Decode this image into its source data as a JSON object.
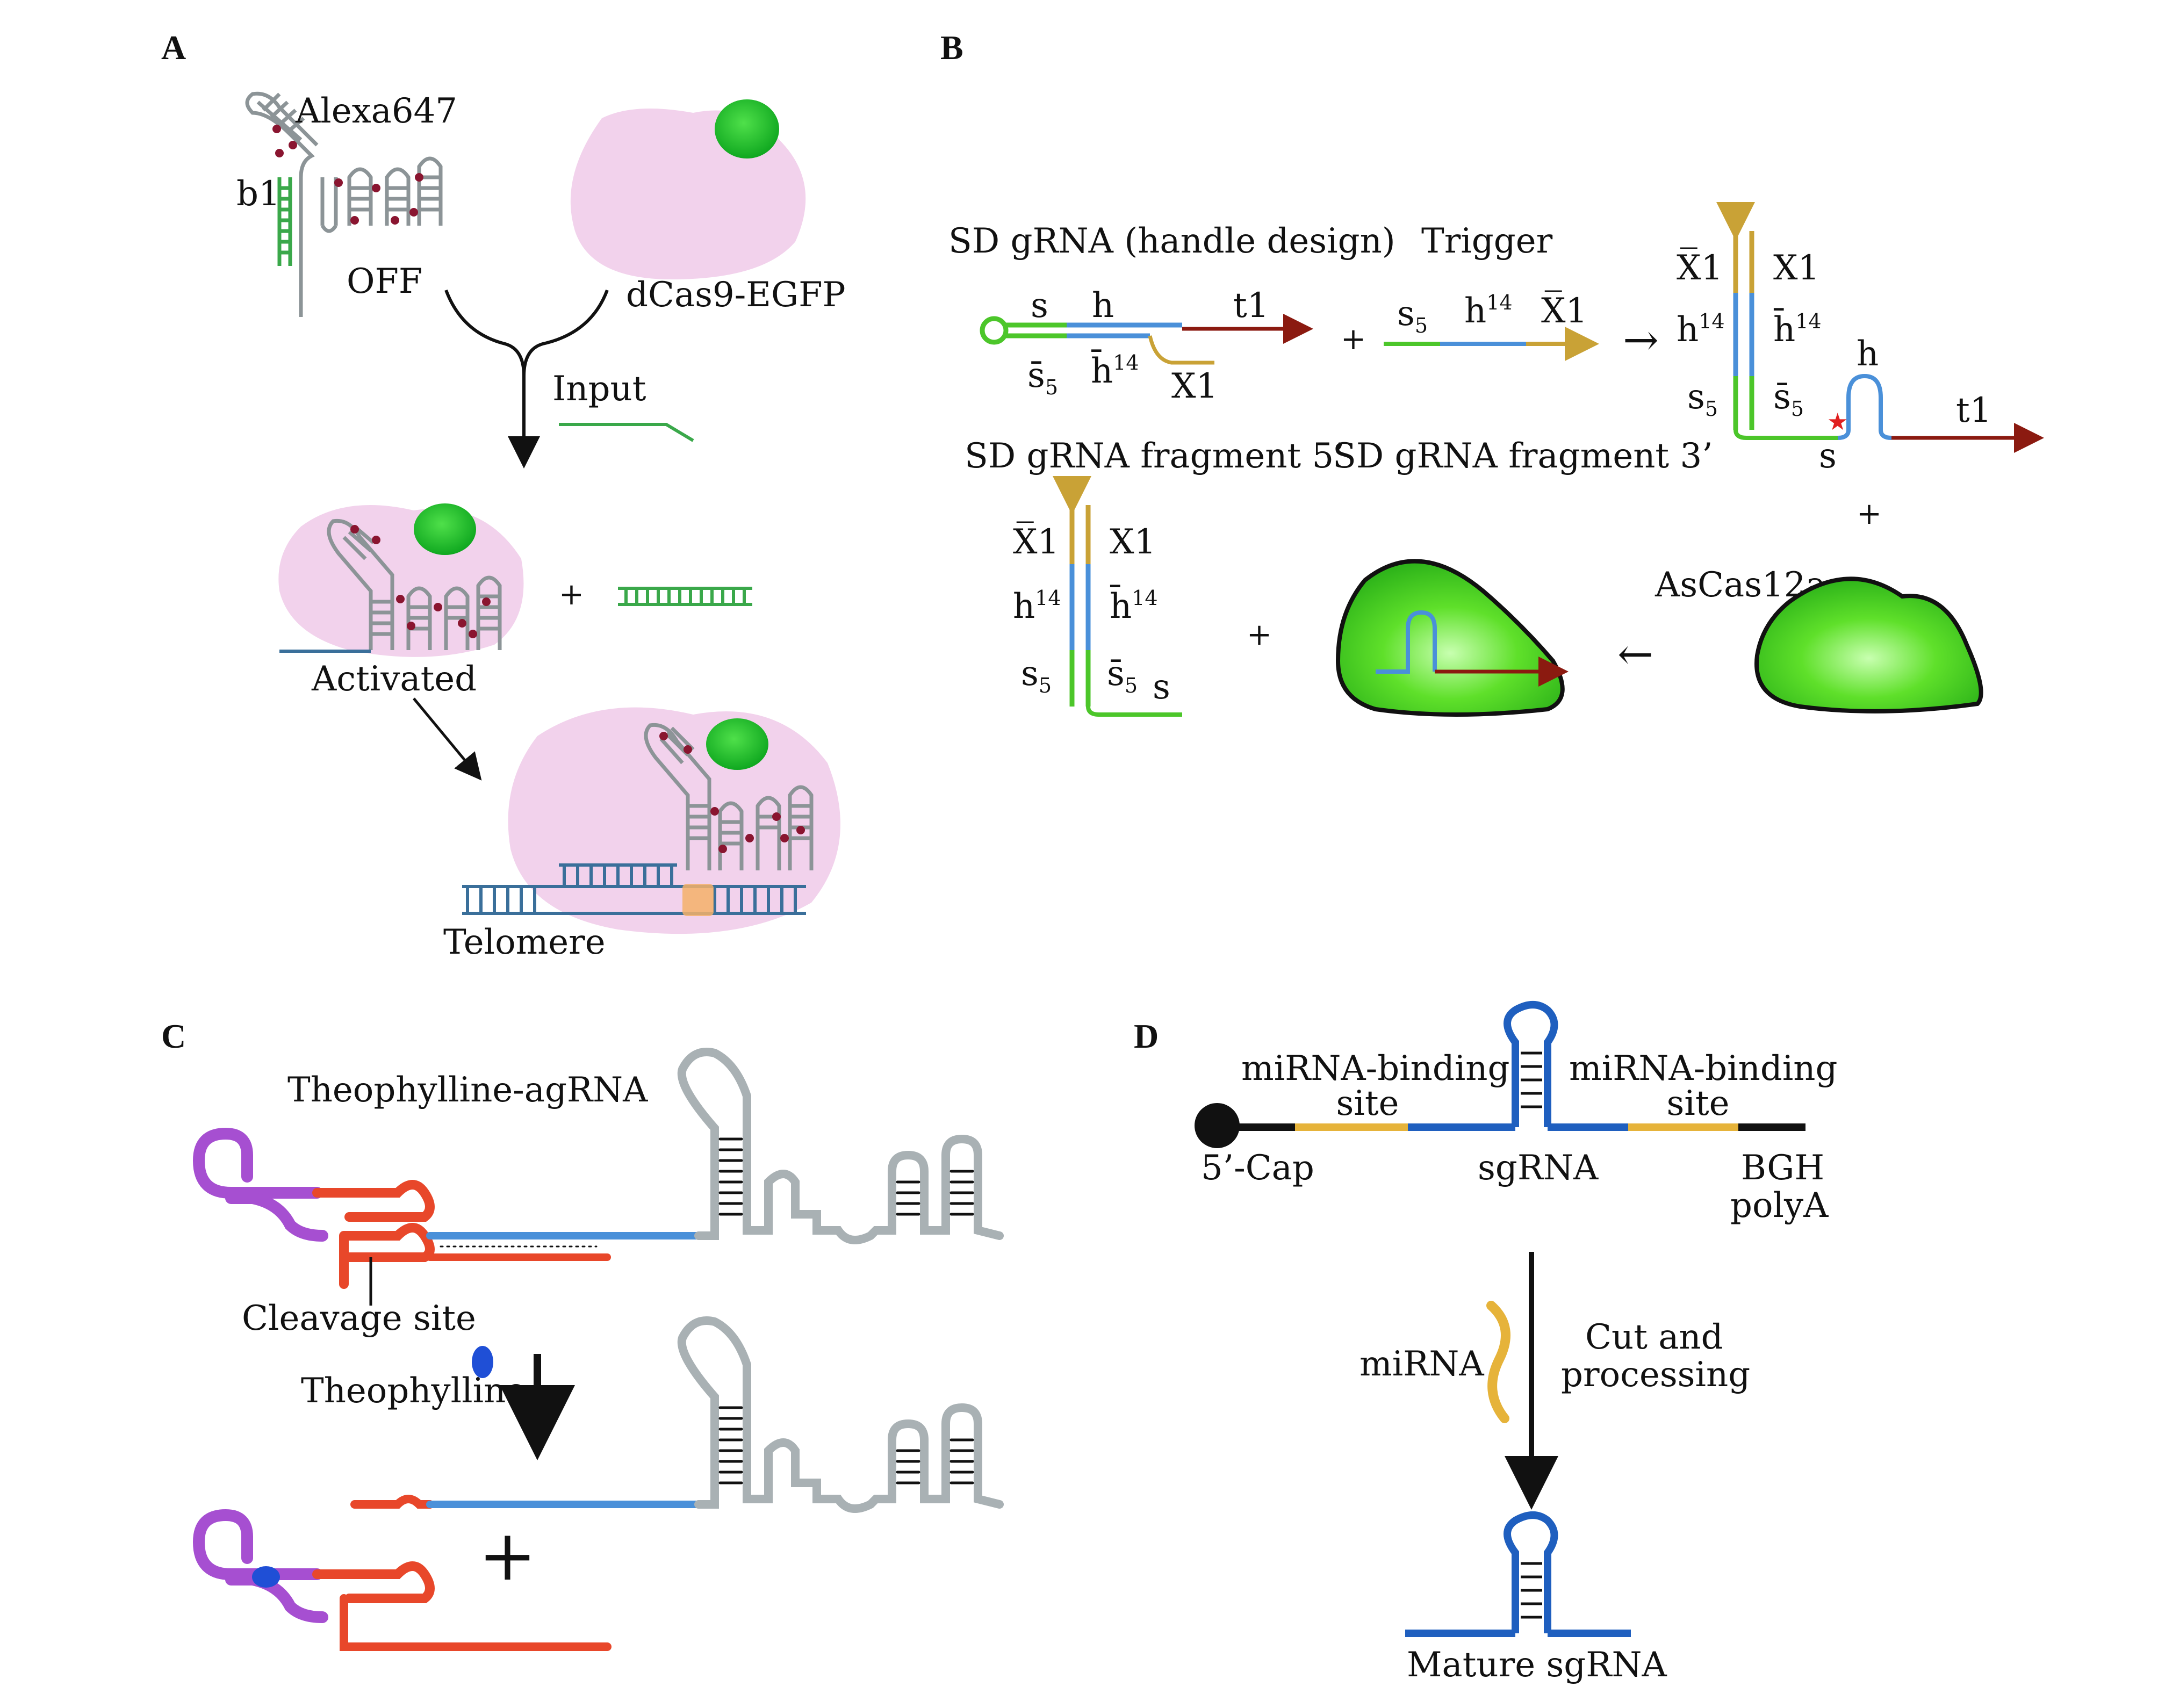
{
  "panels": {
    "A": {
      "label": "A",
      "alexa": "Alexa647",
      "b1": "b1",
      "off": "OFF",
      "dcas": "dCas9-EGFP",
      "input": "Input",
      "activated": "Activated",
      "telomere": "Telomere",
      "plus": "+"
    },
    "B": {
      "label": "B",
      "sd_title": "SD gRNA (handle design)",
      "trigger": "Trigger",
      "frag5": "SD gRNA fragment 5’",
      "frag3": "SD gRNA fragment 3’",
      "ascas": "AsCas12a",
      "s": "s",
      "h": "h",
      "t1": "t1",
      "x1": "X1",
      "x1bar": "X̅1",
      "h14": "h",
      "sup14": "14",
      "s5": "s",
      "sub5": "5",
      "sbar5": "s̄",
      "hbar": "h̄",
      "plus": "+",
      "arrow_right": "→",
      "arrow_left": "←"
    },
    "C": {
      "label": "C",
      "theo_agrna": "Theophylline-agRNA",
      "cleavage": "Cleavage site",
      "theophylline": "Theophylline",
      "plus": "+"
    },
    "D": {
      "label": "D",
      "mirna_site_1": "miRNA-binding",
      "site_1": "site",
      "mirna_site_2": "miRNA-binding",
      "site_2": "site",
      "cap": "5’-Cap",
      "sgrna": "sgRNA",
      "bgh": "BGH",
      "polya": "polyA",
      "mirna": "miRNA",
      "cut": "Cut and",
      "processing": "processing",
      "mature": "Mature sgRNA"
    }
  },
  "colors": {
    "green": "#4cc62a",
    "blue": "#4a90d9",
    "gold": "#c9a236",
    "darkred": "#8b1a10",
    "red": "#e8472a",
    "purple": "#a64fd1",
    "gray": "#a8b0b3",
    "pink": "#f2d2ec",
    "egfp": "#1fbf2a",
    "navy": "#1f5fbf",
    "yellow": "#e6b33a"
  }
}
